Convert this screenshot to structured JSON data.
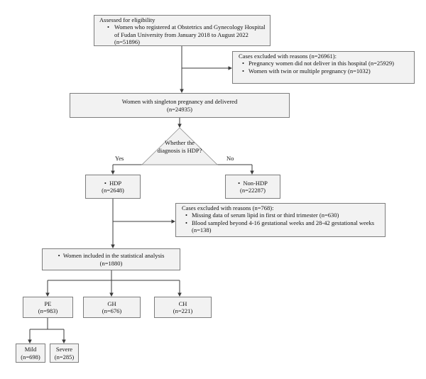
{
  "colors": {
    "box_fill": "#f2f2f2",
    "box_border": "#7d7d7d",
    "line_color": "#3b3b3b",
    "text_color": "#111111",
    "decision_fill": "#f1f1f1"
  },
  "nodes": {
    "assessed": {
      "title": "Assessed for eligibility",
      "bullets": [
        "Women who registered at Obstetrics and Gynecology Hospital of Fudan University from January 2018 to August 2022 (n=51896)"
      ]
    },
    "excluded_first": {
      "title": "Cases excluded with reasons (n=26961):",
      "bullets": [
        "Pregnancy women did not deliver in this hospital (n=25929)",
        "Women with twin or multiple pregnancy (n=1032)"
      ]
    },
    "singleton": {
      "line1": "Women with singleton pregnancy and delivered",
      "line2": "(n=24935)"
    },
    "decision": {
      "line1": "Whether the",
      "line2": "diagnosis is HDP?",
      "yes_label": "Yes",
      "no_label": "No"
    },
    "hdp": {
      "label": "HDP",
      "count": "(n=2648)"
    },
    "non_hdp": {
      "label": "Non-HDP",
      "count": "(n=22287)"
    },
    "excluded_second": {
      "title": "Cases excluded with reasons (n=768):",
      "bullets": [
        "Missing data of serum lipid in first or third trimester (n=630)",
        "Blood sampled beyond 4-16 gestational weeks and 28-42 gestational weeks (n=138)"
      ]
    },
    "included": {
      "label": "Women included in the statistical analysis",
      "count": "(n=1880)"
    },
    "pe": {
      "label": "PE",
      "count": "(n=983)"
    },
    "gh": {
      "label": "GH",
      "count": "(n=676)"
    },
    "ch": {
      "label": "CH",
      "count": "(n=221)"
    },
    "mild": {
      "label": "Mild",
      "count": "(n=698)"
    },
    "severe": {
      "label": "Severe",
      "count": "(n=285)"
    }
  }
}
